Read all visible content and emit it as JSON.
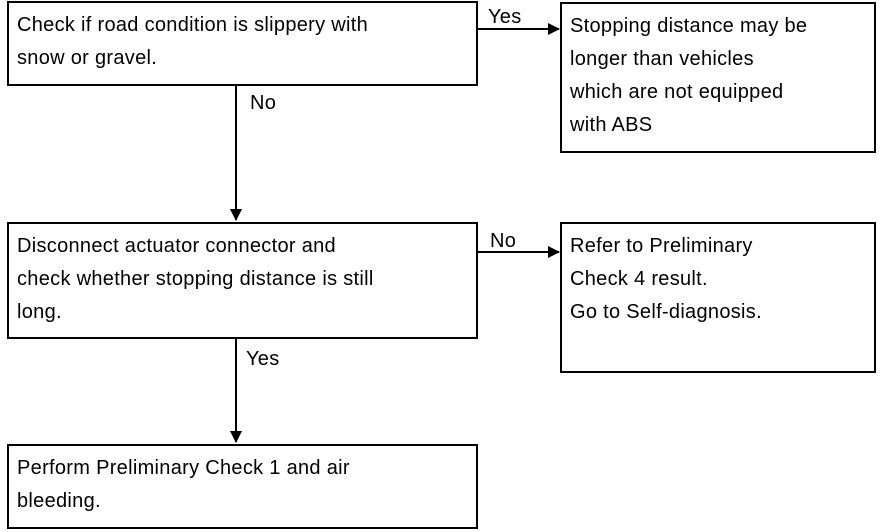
{
  "boxes": {
    "b1": {
      "lines": [
        "Check if road condition is slippery with",
        "snow or gravel."
      ]
    },
    "b2": {
      "lines": [
        "Stopping distance may be",
        "longer than vehicles",
        "which are not equipped",
        "with ABS"
      ]
    },
    "b3": {
      "lines": [
        "Disconnect actuator connector and",
        "check whether stopping distance is still",
        "long."
      ]
    },
    "b4": {
      "lines": [
        "Refer to Preliminary",
        "Check 4 result.",
        "Go to Self-diagnosis."
      ]
    },
    "b5": {
      "lines": [
        "Perform Preliminary Check 1 and air",
        "bleeding."
      ]
    }
  },
  "labels": {
    "yes1": "Yes",
    "no1": "No",
    "no2": "No",
    "yes2": "Yes"
  }
}
